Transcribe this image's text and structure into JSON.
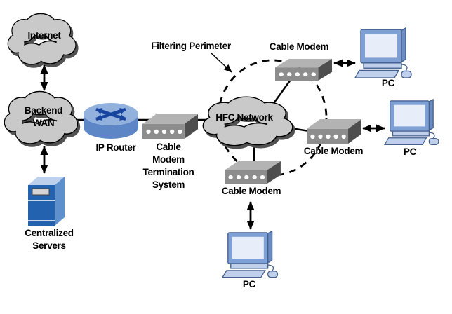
{
  "diagram": {
    "nodes": {
      "internet": {
        "label": "Internet",
        "type": "cloud"
      },
      "backend_wan": {
        "label": "Backend\nWAN",
        "type": "cloud"
      },
      "centralized_servers": {
        "label": "Centralized\nServers",
        "type": "server"
      },
      "ip_router": {
        "label": "IP Router",
        "type": "router"
      },
      "cmts": {
        "label": "Cable\nModem\nTermination\nSystem",
        "type": "modem"
      },
      "hfc_network": {
        "label": "HFC Network",
        "type": "cloud"
      },
      "cable_modem_top": {
        "label": "Cable Modem",
        "type": "modem"
      },
      "cable_modem_right": {
        "label": "Cable Modem",
        "type": "modem"
      },
      "cable_modem_bottom": {
        "label": "Cable Modem",
        "type": "modem"
      },
      "pc_top": {
        "label": "PC",
        "type": "pc"
      },
      "pc_right": {
        "label": "PC",
        "type": "pc"
      },
      "pc_bottom": {
        "label": "PC",
        "type": "pc"
      }
    },
    "annotations": {
      "filtering_perimeter": {
        "label": "Filtering Perimeter",
        "style": "dashed-ellipse-with-pointer"
      }
    },
    "edges": [
      {
        "from": "Internet",
        "to": "Backend WAN",
        "style": "double-arrow"
      },
      {
        "from": "Backend WAN",
        "to": "Centralized Servers",
        "style": "double-arrow"
      },
      {
        "from": "Backend WAN",
        "to": "IP Router",
        "style": "line"
      },
      {
        "from": "IP Router",
        "to": "Cable Modem Termination System",
        "style": "line"
      },
      {
        "from": "Cable Modem Termination System",
        "to": "HFC Network",
        "style": "line"
      },
      {
        "from": "HFC Network",
        "to": "Cable Modem (top)",
        "style": "line"
      },
      {
        "from": "HFC Network",
        "to": "Cable Modem (right)",
        "style": "line"
      },
      {
        "from": "HFC Network",
        "to": "Cable Modem (bottom)",
        "style": "line"
      },
      {
        "from": "Cable Modem (top)",
        "to": "PC (top)",
        "style": "double-arrow"
      },
      {
        "from": "Cable Modem (right)",
        "to": "PC (right)",
        "style": "double-arrow"
      },
      {
        "from": "Cable Modem (bottom)",
        "to": "PC (bottom)",
        "style": "double-arrow"
      }
    ]
  },
  "theme": {
    "cloud_fill": "#c9c9c9",
    "cloud_shadow": "#515151",
    "outline": "#000000",
    "line": "#000000",
    "label": "#000000",
    "modem_top": "#b3b3b3",
    "modem_front": "#8d8d8d",
    "modem_side": "#4e4e4e",
    "modem_dot": "#ffffff",
    "router_top": "#93b1dd",
    "router_body": "#5c86c6",
    "router_arrow": "#17459e",
    "server_front": "#2262ae",
    "server_top": "#bdd1ec",
    "server_side": "#5d90cd",
    "server_slot": "#d4d4d4",
    "pc_frame": "#7fa0d4",
    "pc_side": "#6b8cc2",
    "pc_screen": "#e7eef9",
    "pc_base": "#bfcfec",
    "pc_outline": "#44608f",
    "bg": "#ffffff"
  }
}
